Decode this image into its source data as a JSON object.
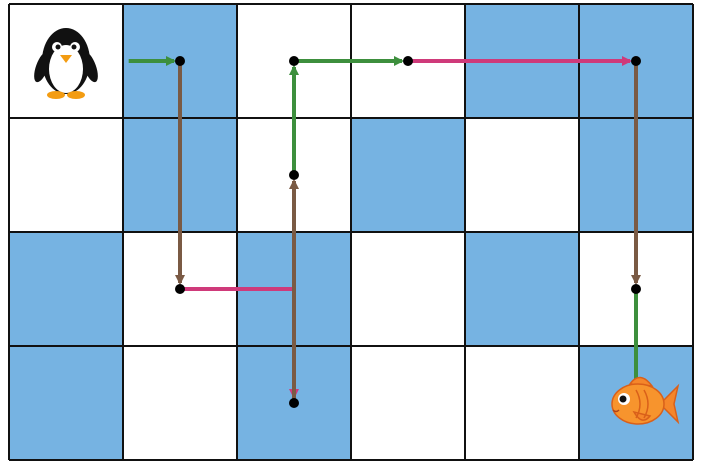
{
  "colors": {
    "water": "#76b3e2",
    "ice": "#ffffff",
    "grid_line": "#111111",
    "arrow_green": "#3d8f3d",
    "arrow_brown": "#7a5a44",
    "arrow_pink": "#cf3a7a",
    "node": "#000000"
  },
  "grid": {
    "rows": 4,
    "cols": 6,
    "tiles": [
      [
        "ice",
        "water",
        "ice",
        "ice",
        "water",
        "water"
      ],
      [
        "ice",
        "water",
        "ice",
        "water",
        "ice",
        "water"
      ],
      [
        "water",
        "ice",
        "water",
        "ice",
        "water",
        "ice"
      ],
      [
        "water",
        "ice",
        "water",
        "ice",
        "ice",
        "water"
      ]
    ]
  },
  "characters": {
    "start": {
      "icon": "penguin-icon",
      "cell": [
        0,
        0
      ]
    },
    "goal": {
      "icon": "goldfish-icon",
      "cell": [
        3,
        5
      ]
    }
  },
  "nodes": [
    [
      0,
      1
    ],
    [
      2,
      1
    ],
    [
      1,
      2
    ],
    [
      0,
      2
    ],
    [
      0,
      3
    ],
    [
      0,
      5
    ],
    [
      2,
      5
    ],
    [
      3,
      2
    ]
  ],
  "path_segments": [
    {
      "color": "arrow_green",
      "from": [
        0,
        0.55
      ],
      "to": [
        0,
        1
      ],
      "arrow": true
    },
    {
      "color": "arrow_brown",
      "from": [
        0,
        1
      ],
      "to": [
        2,
        1
      ],
      "arrow": true
    },
    {
      "color": "arrow_pink",
      "from": [
        2,
        1
      ],
      "to": [
        2,
        2
      ],
      "arrow": false
    },
    {
      "color": "arrow_pink",
      "from": [
        2,
        2
      ],
      "to": [
        3,
        2
      ],
      "arrow": true,
      "dashed_start": true
    },
    {
      "color": "arrow_brown",
      "from": [
        3,
        2
      ],
      "to": [
        1,
        2
      ],
      "arrow": true
    },
    {
      "color": "arrow_green",
      "from": [
        1,
        2
      ],
      "to": [
        0,
        2
      ],
      "arrow": true
    },
    {
      "color": "arrow_green",
      "from": [
        0,
        2
      ],
      "to": [
        0,
        3
      ],
      "arrow": true
    },
    {
      "color": "arrow_pink",
      "from": [
        0,
        3
      ],
      "to": [
        0,
        5
      ],
      "arrow": true
    },
    {
      "color": "arrow_brown",
      "from": [
        0,
        5
      ],
      "to": [
        2,
        5
      ],
      "arrow": true
    },
    {
      "color": "arrow_green",
      "from": [
        2,
        5
      ],
      "to": [
        3,
        5
      ],
      "arrow": true
    }
  ]
}
